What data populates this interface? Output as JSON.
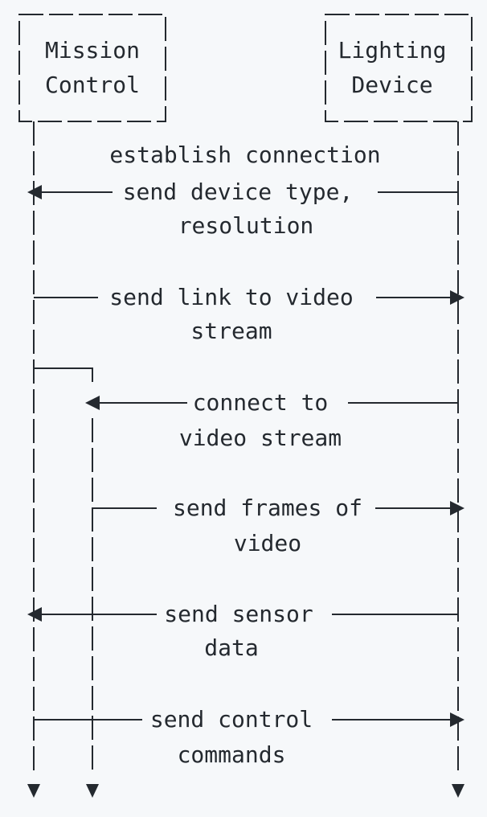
{
  "participants": {
    "mission_control": {
      "line1": "Mission",
      "line2": "Control"
    },
    "lighting_device": {
      "line1": "Lighting",
      "line2": "Device"
    }
  },
  "messages": [
    {
      "from": "lighting_device",
      "to": "mission_control",
      "line1": "establish connection",
      "line2": "send device type,",
      "line3": "resolution"
    },
    {
      "from": "mission_control",
      "to": "lighting_device",
      "line1": "send link to video",
      "line2": "stream"
    },
    {
      "from": "lighting_device",
      "to": "mission_control",
      "line1": "connect to",
      "line2": "video stream"
    },
    {
      "from": "mission_control",
      "to": "lighting_device",
      "line1": "send frames of",
      "line2": "video"
    },
    {
      "from": "lighting_device",
      "to": "mission_control",
      "line1": "send sensor",
      "line2": "data"
    },
    {
      "from": "mission_control",
      "to": "lighting_device",
      "line1": "send control",
      "line2": "commands"
    }
  ]
}
